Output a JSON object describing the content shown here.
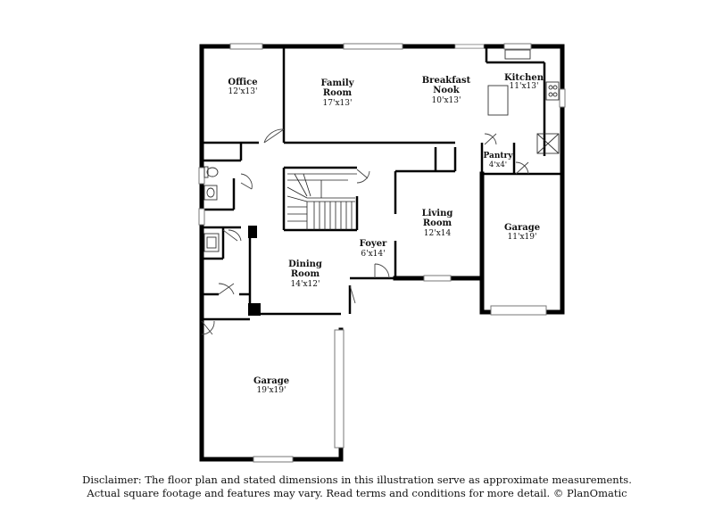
{
  "rooms": {
    "office": {
      "name": "Office",
      "dims": "12'x13'"
    },
    "family_room": {
      "name1": "Family",
      "name2": "Room",
      "dims": "17'x13'"
    },
    "breakfast_nook": {
      "name1": "Breakfast",
      "name2": "Nook",
      "dims": "10'x13'"
    },
    "kitchen": {
      "name": "Kitchen",
      "dims": "11'x13'"
    },
    "pantry": {
      "name": "Pantry",
      "dims": "4'x4'"
    },
    "living_room": {
      "name1": "Living",
      "name2": "Room",
      "dims": "12'x14"
    },
    "garage_small": {
      "name": "Garage",
      "dims": "11'x19'"
    },
    "foyer": {
      "name": "Foyer",
      "dims": "6'x14'"
    },
    "dining_room": {
      "name1": "Dining",
      "name2": "Room",
      "dims": "14'x12'"
    },
    "garage_large": {
      "name": "Garage",
      "dims": "19'x19'"
    }
  },
  "disclaimer": {
    "line1": "Disclaimer: The floor plan and stated dimensions in this illustration serve as approximate measurements.",
    "line2": "Actual square footage and features may vary. Read terms and conditions for more detail. © PlanOmatic"
  }
}
